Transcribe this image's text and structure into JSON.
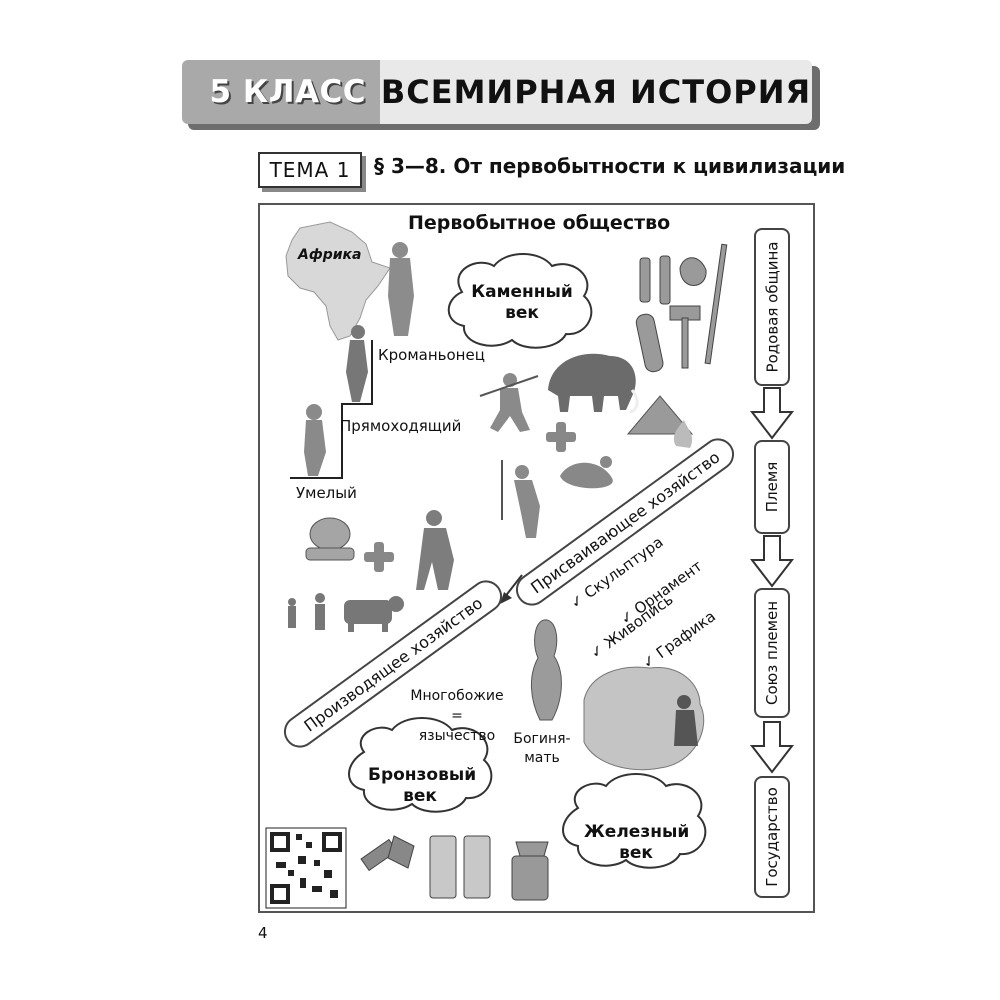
{
  "header": {
    "grade": "5 КЛАСС",
    "subject": "ВСЕМИРНАЯ ИСТОРИЯ"
  },
  "topic": {
    "tag": "ТЕМА 1",
    "title": "§ 3—8. От первобытности к цивилизации"
  },
  "diagram": {
    "title": "Первобытное общество",
    "africa_label": "Африка",
    "evolution": [
      "Умелый",
      "Прямоходящий",
      "Кроманьонец"
    ],
    "clouds": {
      "stone_age": [
        "Каменный",
        "век"
      ],
      "bronze_age": [
        "Бронзовый",
        "век"
      ],
      "iron_age": [
        "Железный",
        "век"
      ]
    },
    "economy": {
      "appropriating": "Присваивающее хозяйство",
      "producing": "Производящее хозяйство"
    },
    "art": [
      "Скульптура",
      "Орнамент",
      "Живопись",
      "Графика"
    ],
    "religion": {
      "polytheism": [
        "Многобожие =",
        "язычество"
      ],
      "goddess": [
        "Богиня-",
        "мать"
      ]
    },
    "social_chain": [
      "Родовая община",
      "Племя",
      "Союз племен",
      "Государство"
    ]
  },
  "page_number": "4",
  "colors": {
    "header_dark": "#a9a9a9",
    "header_light": "#e9e9e9",
    "frame": "#555555"
  }
}
